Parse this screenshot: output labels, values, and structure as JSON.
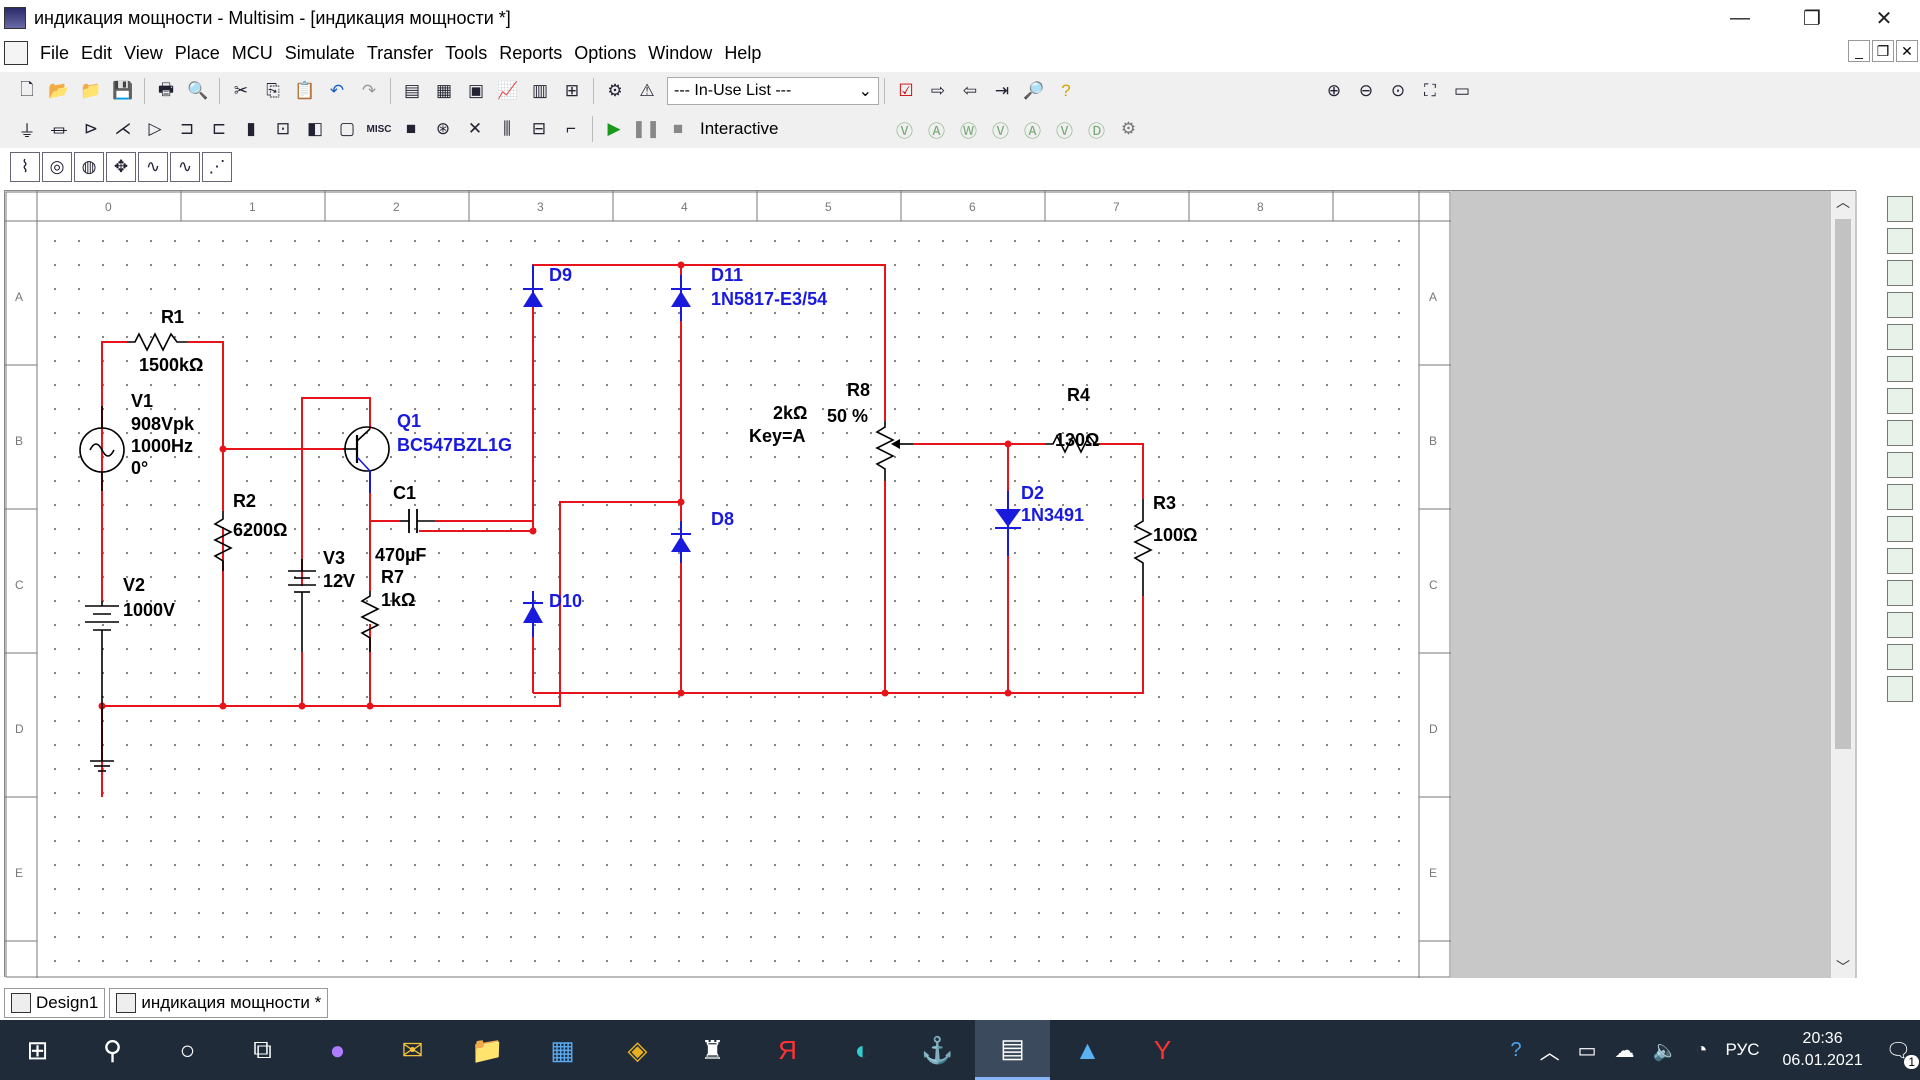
{
  "window": {
    "title": "индикация мощности - Multisim - [индикация мощности *]",
    "minimize": "—",
    "restore": "❐",
    "close": "✕"
  },
  "menu": {
    "file": "File",
    "edit": "Edit",
    "view": "View",
    "place": "Place",
    "mcu": "MCU",
    "simulate": "Simulate",
    "transfer": "Transfer",
    "tools": "Tools",
    "reports": "Reports",
    "options": "Options",
    "window": "Window",
    "help": "Help"
  },
  "toolbar": {
    "in_use_list": "--- In-Use List ---",
    "interactive": "Interactive"
  },
  "ruler": {
    "cols": [
      "0",
      "1",
      "2",
      "3",
      "4",
      "5",
      "6",
      "7",
      "8"
    ],
    "rows": [
      "A",
      "B",
      "C",
      "D",
      "E"
    ]
  },
  "components": {
    "R1": {
      "ref": "R1",
      "value": "1500kΩ"
    },
    "V1": {
      "ref": "V1",
      "l1": "908Vpk",
      "l2": "1000Hz",
      "l3": "0°"
    },
    "R2": {
      "ref": "R2",
      "value": "6200Ω"
    },
    "V2": {
      "ref": "V2",
      "value": "1000V"
    },
    "V3": {
      "ref": "V3",
      "value": "12V"
    },
    "Q1": {
      "ref": "Q1",
      "model": "BC547BZL1G"
    },
    "C1": {
      "ref": "C1",
      "value": "470µF"
    },
    "R7": {
      "ref": "R7",
      "value": "1kΩ"
    },
    "D9": {
      "ref": "D9"
    },
    "D10": {
      "ref": "D10"
    },
    "D11": {
      "ref": "D11",
      "model": "1N5817-E3/54"
    },
    "D8": {
      "ref": "D8"
    },
    "R8": {
      "ref": "R8",
      "value": "2kΩ",
      "pct": "50 %",
      "key": "Key=A"
    },
    "R4": {
      "ref": "R4",
      "value": "130Ω"
    },
    "D2": {
      "ref": "D2",
      "model": "1N3491"
    },
    "R3": {
      "ref": "R3",
      "value": "100Ω"
    }
  },
  "tabs": {
    "design": "Design1",
    "doc": "индикация мощности *"
  },
  "taskbar": {
    "lang": "РУС",
    "time": "20:36",
    "date": "06.01.2021",
    "notif": "1"
  }
}
